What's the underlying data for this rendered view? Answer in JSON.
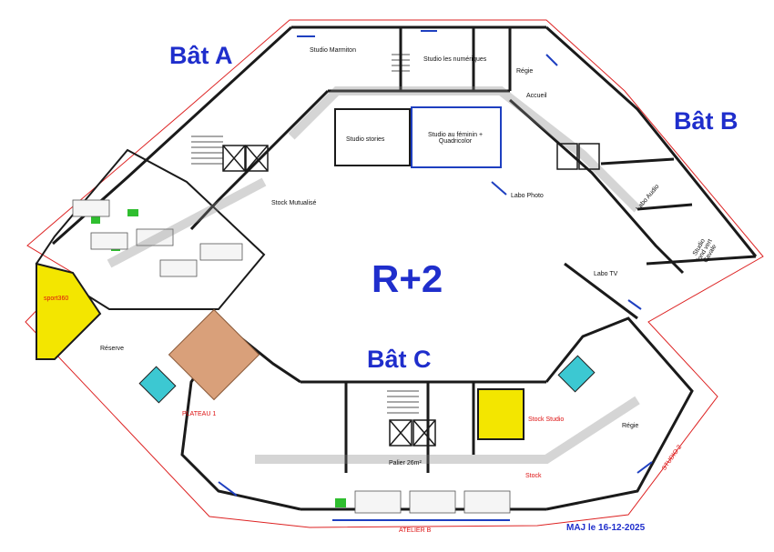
{
  "building_labels": {
    "a": "Bât A",
    "b": "Bât B",
    "c": "Bât C"
  },
  "floor": "R+2",
  "updated": "MAJ le 16-12-2025",
  "rooms": {
    "studio_marmiton": "Studio Marmiton",
    "studio_numeriques": "Studio les numériques",
    "regie_a": "Régie",
    "accueil": "Accueil",
    "studio_stories": "Studio stories",
    "studio_feminin": "Studio au féminin + Quadricolor",
    "stock_mutualise": "Stock Mutualisé",
    "labo_photo": "Labo Photo",
    "labo_audio": "Labo Audio",
    "studio_fond_vert": "Studio fond vert Cavale",
    "labo_tv": "Labo TV",
    "reserve": "Réserve",
    "plateau_1": "PLATEAU 1",
    "stock_studio": "Stock Studio",
    "studio_2": "STUDIO 2",
    "atelier_b": "ATELIER B",
    "palier": "Palier 26m²",
    "stock": "Stock",
    "regie_c": "Régie",
    "sport": "sport360"
  },
  "colors": {
    "wall": "#1a1a1a",
    "outline_red": "#d22",
    "door_blue": "#1e3fc0",
    "yellow_room": "#f3e600",
    "desk_green": "#2fbe2f",
    "parquet": "#d9a07a",
    "meeting_cyan": "#3cc8d2",
    "label_blue": "#1f2ecc"
  }
}
